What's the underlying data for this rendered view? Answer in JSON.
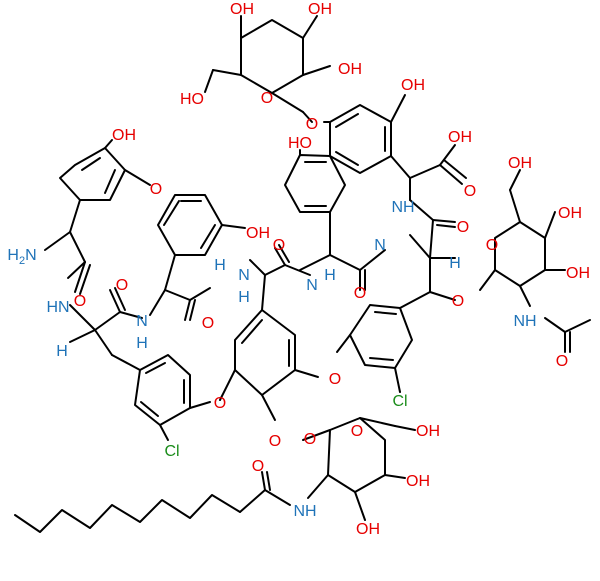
{
  "colors": {
    "bond": "#000000",
    "oxygen": "#e60000",
    "nitrogen": "#1f73b8",
    "chlorine": "#1a8c1a",
    "carbon_label": "#000000"
  },
  "labels": {
    "ho": "HO",
    "oh": "OH",
    "o": "O",
    "n": "N",
    "h": "H",
    "hn": "HN",
    "nh": "NH",
    "h2n": "H2N",
    "cl": "Cl"
  }
}
